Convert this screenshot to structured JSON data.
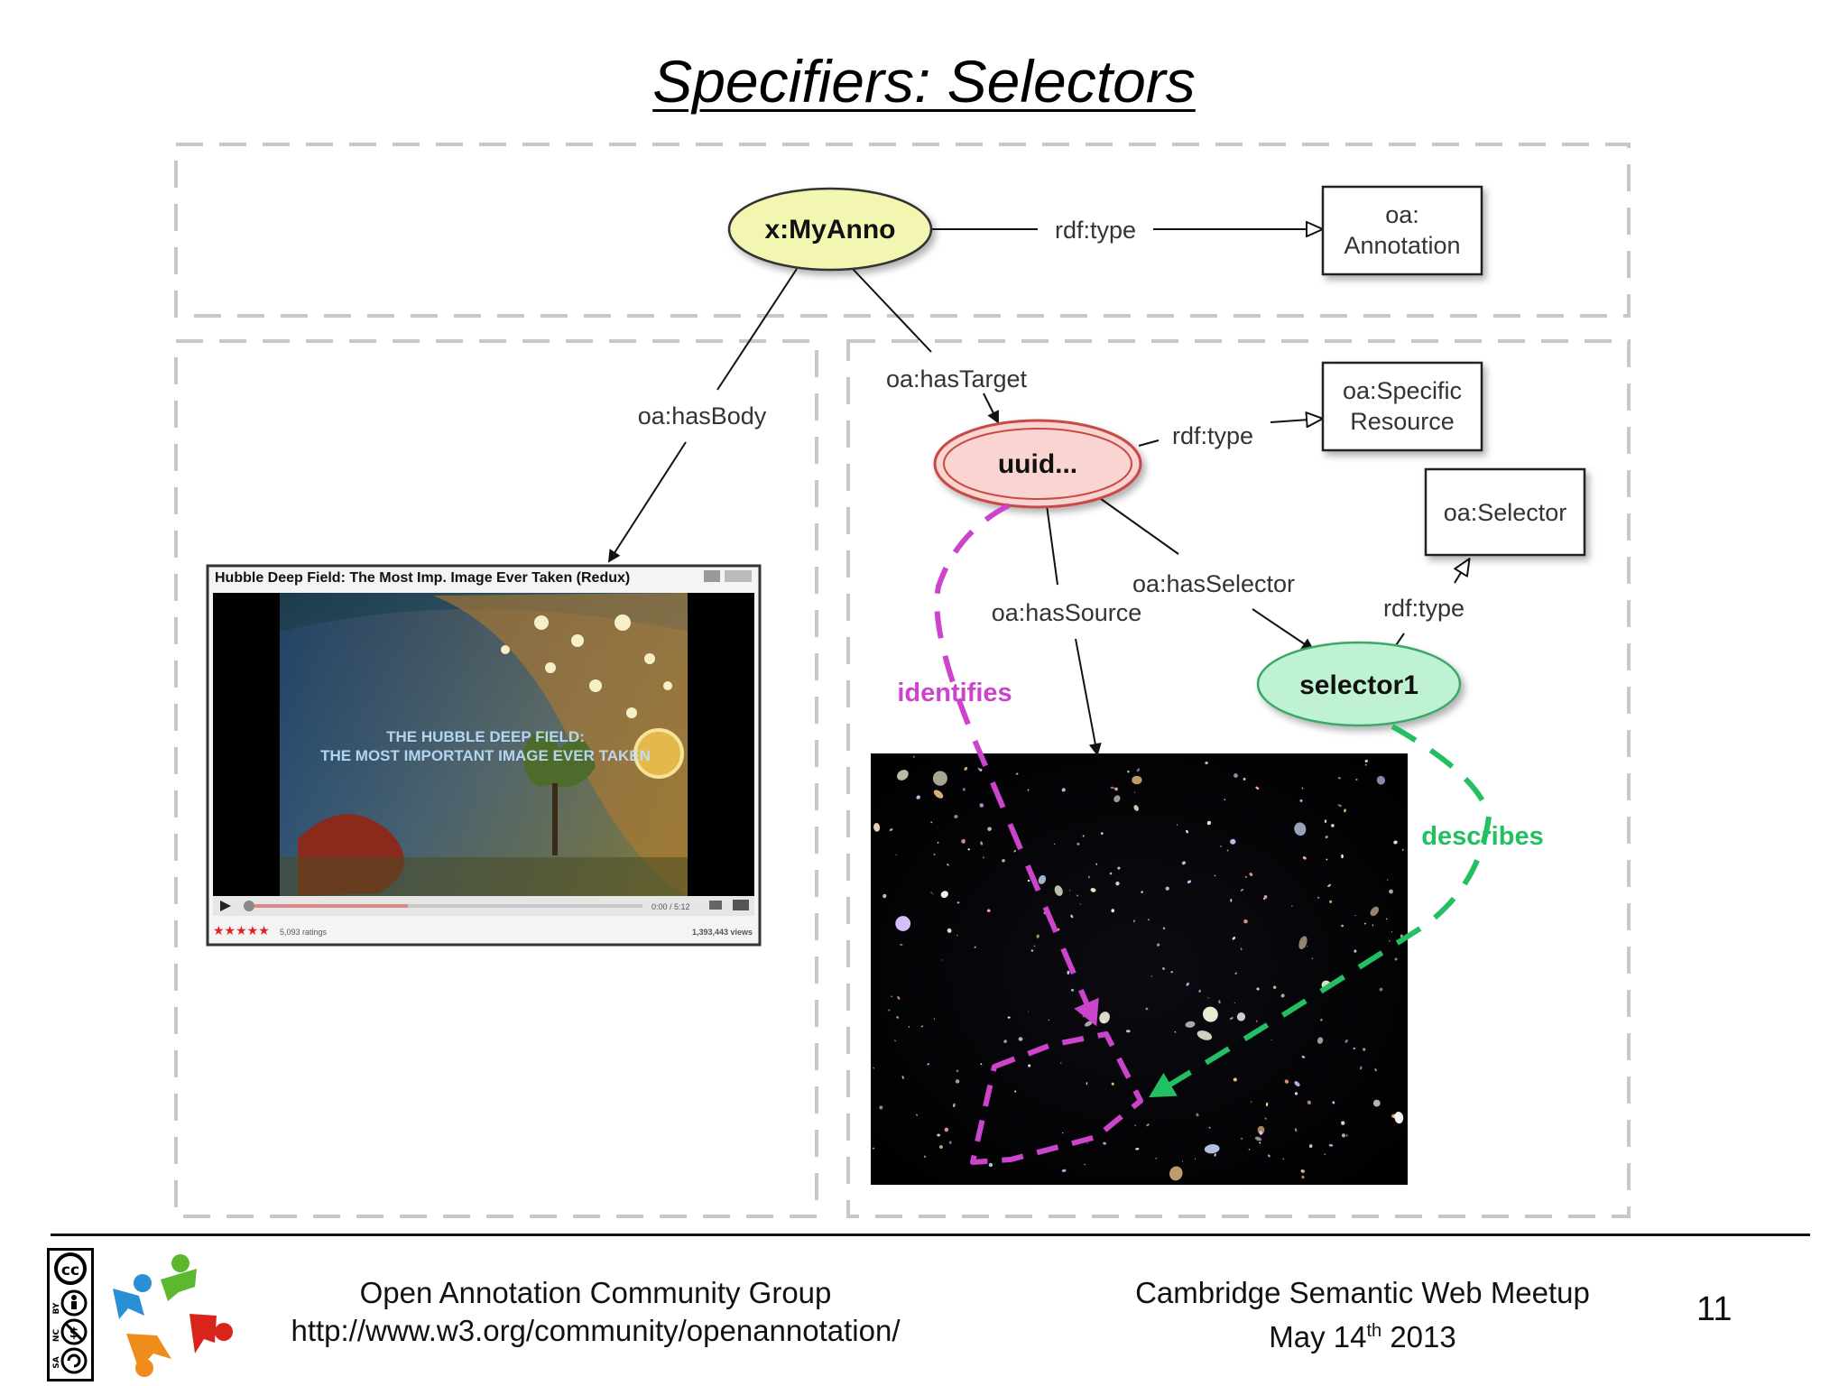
{
  "slide": {
    "title": "Specifiers: Selectors",
    "page_number": "11"
  },
  "diagram": {
    "nodes": {
      "anno": "x:MyAnno",
      "target": "uuid...",
      "selector": "selector1"
    },
    "boxes": {
      "annotation": [
        "oa:",
        "Annotation"
      ],
      "specific_resource": [
        "oa:Specific",
        "Resource"
      ],
      "selector_class": "oa:Selector"
    },
    "edges": {
      "anno_type": "rdf:type",
      "has_body": "oa:hasBody",
      "has_target": "oa:hasTarget",
      "target_type": "rdf:type",
      "has_selector": "oa:hasSelector",
      "has_source": "oa:hasSource",
      "selector_type": "rdf:type",
      "identifies": "identifies",
      "describes": "describes"
    },
    "video": {
      "title": "Hubble Deep Field: The Most Imp. Image Ever Taken (Redux)",
      "overlay_line1": "THE HUBBLE DEEP FIELD:",
      "overlay_line2": "THE MOST IMPORTANT IMAGE EVER TAKEN",
      "time": "0:00 / 5:12",
      "ratings": "5,093 ratings",
      "views": "1,393,443 views"
    },
    "colors": {
      "anno_fill": "#f2f6b0",
      "target_fill": "#f9d4d0",
      "target_stroke": "#c84a44",
      "selector_fill": "#bff2d2",
      "selector_stroke": "#3aa868",
      "identifies": "#cc44cc",
      "describes": "#22c060"
    }
  },
  "footer": {
    "left_line1": "Open Annotation Community Group",
    "left_line2": "http://www.w3.org/community/openannotation/",
    "right_line1": "Cambridge Semantic Web Meetup",
    "right_line2_prefix": "May 14",
    "right_line2_sup": "th",
    "right_line2_suffix": " 2013"
  },
  "license": {
    "labels": [
      "BY",
      "NC",
      "SA"
    ]
  }
}
